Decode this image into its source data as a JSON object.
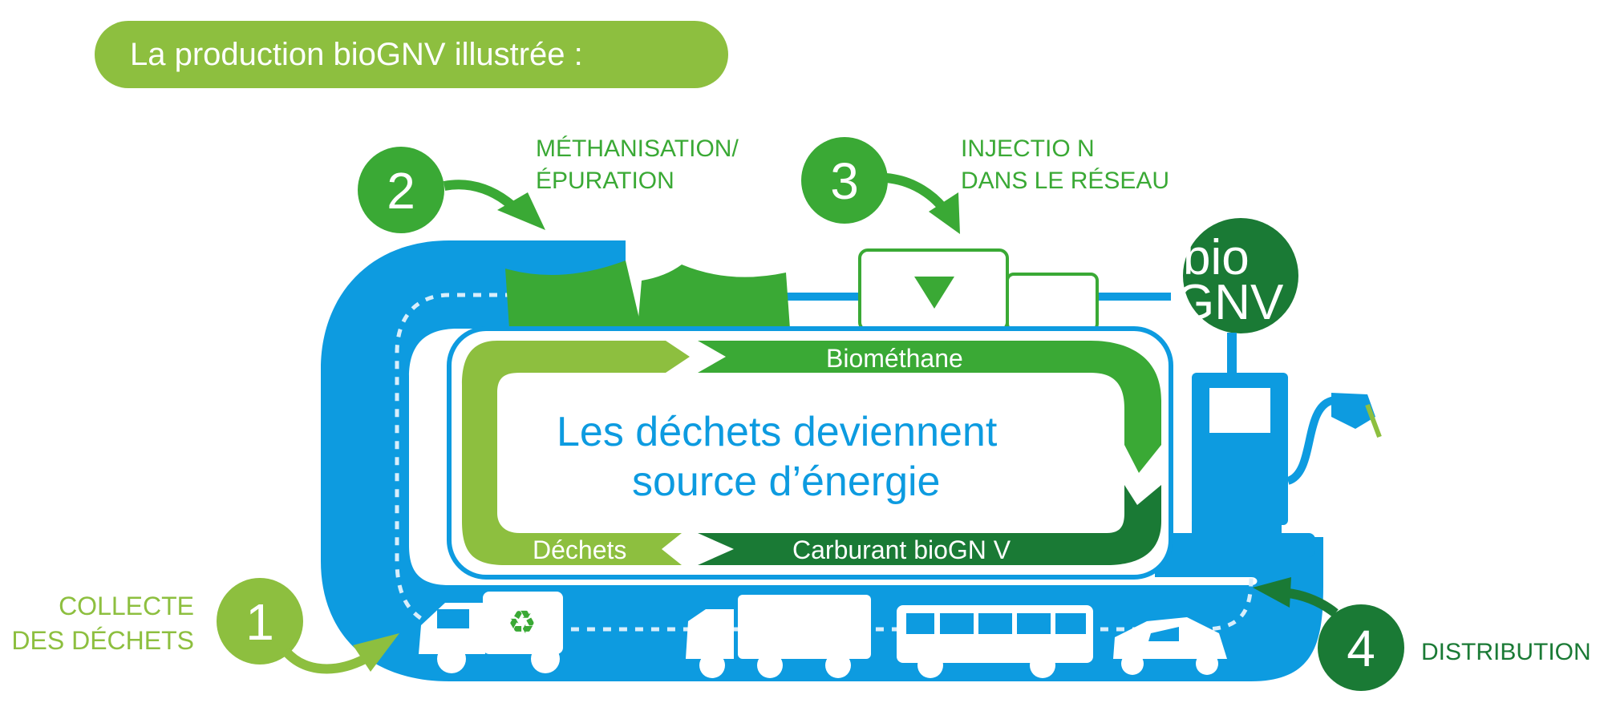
{
  "header": {
    "title": "La production bioGNV illustrée :"
  },
  "steps": [
    {
      "number": "1",
      "label_line1": "COLLECTE",
      "label_line2": "DES DÉCHETS"
    },
    {
      "number": "2",
      "label_line1": "MÉTHANISATION/",
      "label_line2": "ÉPURATION"
    },
    {
      "number": "3",
      "label_line1": "INJECTIO N",
      "label_line2": "DANS LE RÉSEAU"
    },
    {
      "number": "4",
      "label_line1": "DISTRIBUTION"
    }
  ],
  "cycle": {
    "center_line1": "Les déchets deviennent",
    "center_line2": "source d’énergie",
    "top_arrow": "Biométhane",
    "bottom_arrow": "Carburant bioGN  V",
    "left_arrow": "Déchets"
  },
  "badge": {
    "line1": "bio",
    "line2": "GNV"
  },
  "colors": {
    "blue": "#0d9be0",
    "light_green": "#8dbf3f",
    "mid_green": "#3aa935",
    "dark_green": "#1a7a35",
    "white": "#ffffff"
  },
  "icons": [
    "truck-recycling-icon",
    "lorry-icon",
    "bus-icon",
    "car-icon",
    "fuel-pump-icon",
    "digester-icon",
    "injection-station-icon"
  ]
}
